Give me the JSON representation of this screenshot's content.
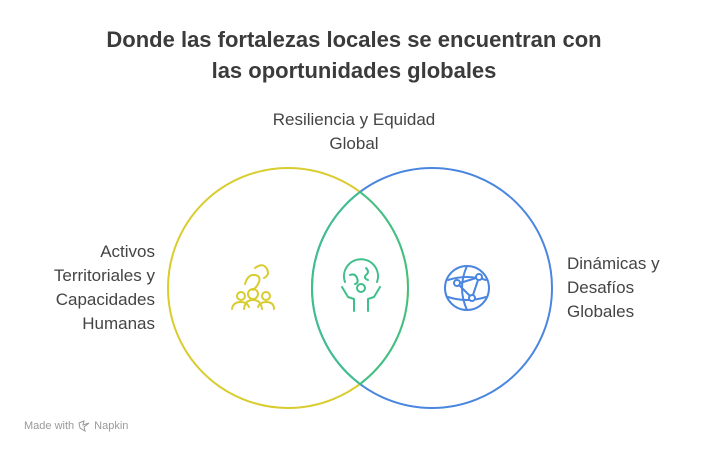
{
  "title": {
    "line1": "Donde las fortalezas locales se encuentran con",
    "line2": "las oportunidades globales"
  },
  "labels": {
    "intersection": {
      "line1": "Resiliencia y Equidad",
      "line2": "Global"
    },
    "left": {
      "line1": "Activos",
      "line2": "Territoriales y",
      "line3": "Capacidades",
      "line4": "Humanas"
    },
    "right": {
      "line1": "Dinámicas y",
      "line2": "Desafíos",
      "line3": "Globales"
    }
  },
  "icons": {
    "left": "people-group-icon",
    "center": "globe-person-icon",
    "right": "network-globe-icon"
  },
  "colors": {
    "left_circle": "#d9cc2f",
    "right_circle": "#4a86e0",
    "intersection": "#3fbf8a"
  },
  "footer": {
    "made_with": "Made with",
    "brand": "Napkin"
  }
}
